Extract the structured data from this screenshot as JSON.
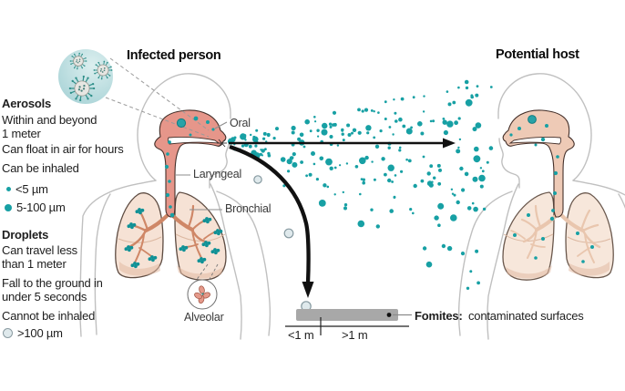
{
  "figure": {
    "infected_title": "Infected person",
    "host_title": "Potential host"
  },
  "aerosols": {
    "heading": "Aerosols",
    "lines": [
      "Within and beyond",
      "1 meter",
      "Can float in air for hours",
      "Can be inhaled"
    ],
    "sizes": [
      {
        "label": "<5 µm"
      },
      {
        "label": "5-100 µm"
      }
    ]
  },
  "droplets": {
    "heading": "Droplets",
    "lines": [
      "Can travel less",
      "than 1 meter",
      "Fall to the ground in",
      "under 5 seconds",
      "Cannot be inhaled"
    ],
    "sizes": [
      {
        "label": ">100 µm"
      }
    ]
  },
  "anatomy": {
    "oral": "Oral",
    "laryngeal": "Laryngeal",
    "bronchial": "Bronchial",
    "alveolar": "Alveolar"
  },
  "fomites": {
    "label": "Fomites:",
    "description": "contaminated surfaces"
  },
  "distance_scale": {
    "near": "<1 m",
    "far": ">1 m"
  },
  "colors": {
    "aerosol": "#17a0a4",
    "aerosol_big": "#28a2a7",
    "droplet_fill": "#dfe9ec",
    "droplet_stroke": "#8699a0",
    "tract_infected": "#e6968a",
    "tract_host": "#eecab6",
    "tract_outline": "#44302a",
    "lung_infected": "#f6e2d5",
    "lung_host": "#f7e7db",
    "tree_infected": "#cf8767",
    "tree_host": "#e9c6ae",
    "silhouette": "#c0c0c0",
    "ground_bar": "#a8a8a8",
    "virus_ball": "#b9dde0"
  }
}
